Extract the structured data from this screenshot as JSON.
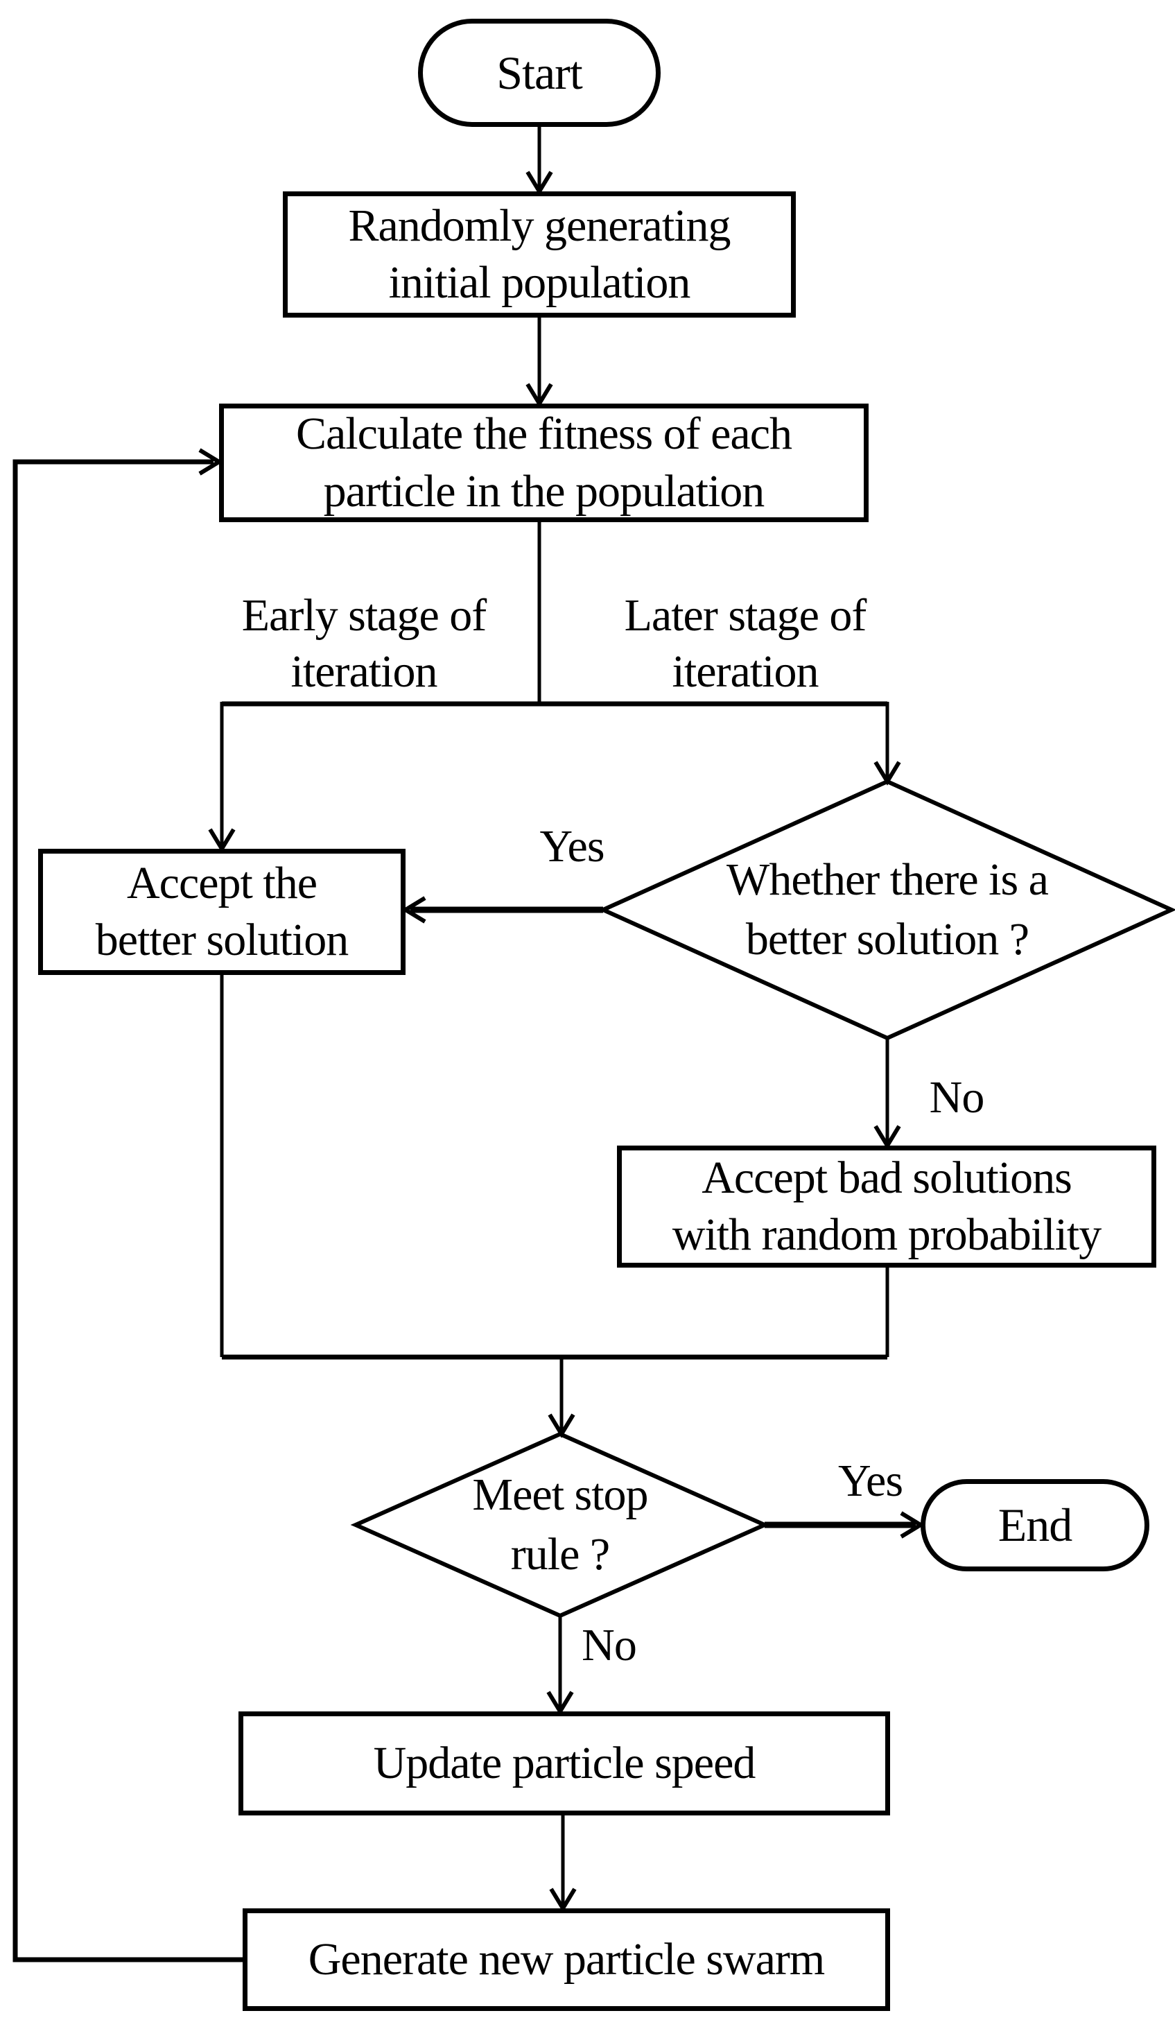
{
  "diagram": {
    "type": "flowchart",
    "background_color": "#ffffff",
    "stroke_color": "#000000",
    "nodes": {
      "start": {
        "shape": "terminator",
        "label": "Start"
      },
      "init_population": {
        "shape": "process",
        "label": "Randomly generating\ninitial population"
      },
      "calc_fitness": {
        "shape": "process",
        "label": "Calculate the fitness of each\nparticle in the population"
      },
      "accept_better": {
        "shape": "process",
        "label": "Accept the\nbetter solution"
      },
      "better_solution": {
        "shape": "decision",
        "label": "Whether there is a\nbetter solution ?"
      },
      "accept_bad": {
        "shape": "process",
        "label": "Accept bad solutions\nwith random probability"
      },
      "stop_rule": {
        "shape": "decision",
        "label": "Meet stop\nrule ?"
      },
      "end": {
        "shape": "terminator",
        "label": "End"
      },
      "update_speed": {
        "shape": "process",
        "label": "Update particle speed"
      },
      "generate_swarm": {
        "shape": "process",
        "label": "Generate new particle swarm"
      }
    },
    "edge_labels": {
      "early_stage": "Early stage of\niteration",
      "later_stage": "Later stage of\niteration",
      "better_yes": "Yes",
      "better_no": "No",
      "stop_yes": "Yes",
      "stop_no": "No"
    }
  }
}
